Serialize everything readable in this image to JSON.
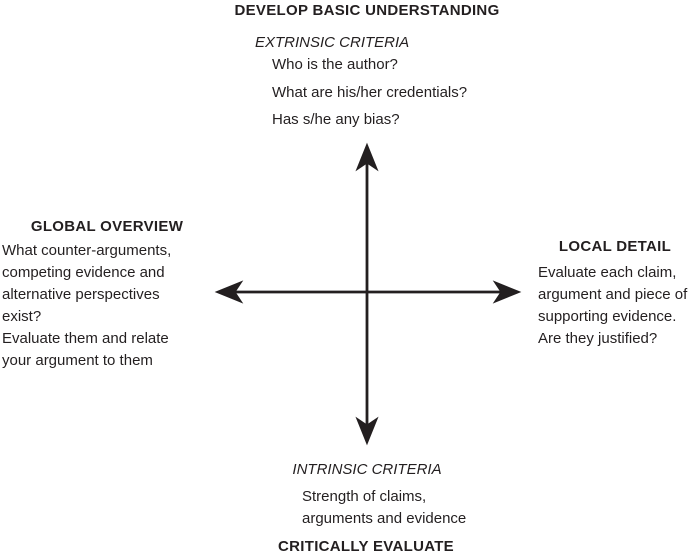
{
  "colors": {
    "ink": "#231f20",
    "background": "#ffffff"
  },
  "top": {
    "heading": "DEVELOP BASIC UNDERSTANDING",
    "subheading": "EXTRINSIC CRITERIA",
    "lines": [
      "Who is the author?",
      "What are his/her credentials?",
      "Has s/he any bias?"
    ]
  },
  "left": {
    "heading": "GLOBAL OVERVIEW",
    "lines": [
      "What counter-arguments,",
      "competing evidence and",
      "alternative perspectives",
      "exist?",
      "Evaluate them and relate",
      "your argument to them"
    ]
  },
  "right": {
    "heading": "LOCAL DETAIL",
    "lines": [
      "Evaluate each claim,",
      "argument and piece of",
      "supporting evidence.",
      "Are they justified?"
    ]
  },
  "bottom": {
    "subheading": "INTRINSIC CRITERIA",
    "lines": [
      "Strength of claims,",
      "arguments and evidence"
    ],
    "heading": "CRITICALLY EVALUATE"
  },
  "axes": {
    "vertical_icon": "double-headed-arrow-vertical",
    "horizontal_icon": "double-headed-arrow-horizontal"
  }
}
